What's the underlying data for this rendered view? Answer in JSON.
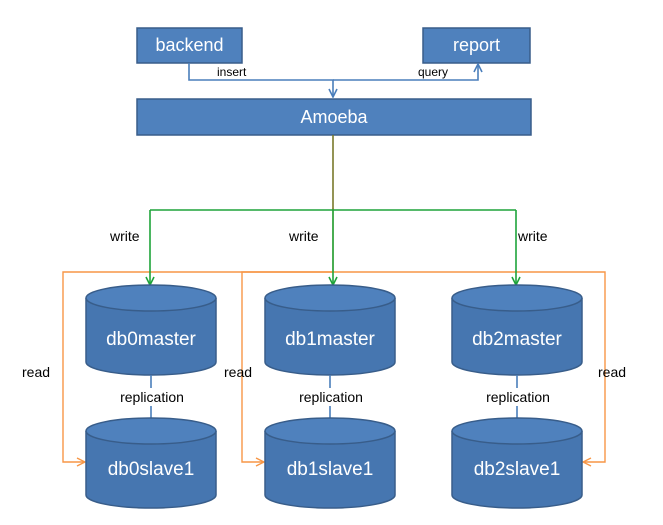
{
  "nodes": {
    "backend": "backend",
    "report": "report",
    "amoeba": "Amoeba",
    "db0master": "db0master",
    "db1master": "db1master",
    "db2master": "db2master",
    "db0slave1": "db0slave1",
    "db1slave1": "db1slave1",
    "db2slave1": "db2slave1"
  },
  "edges": {
    "insert": "insert",
    "query": "query",
    "write": "write",
    "read": "read",
    "replication": "replication"
  },
  "colors": {
    "box_fill": "#4f81bd",
    "box_stroke": "#385d8a",
    "db_top": "#4f81bd",
    "db_body": "#4676b0",
    "blue_line": "#4a7ebb",
    "write_line": "#1ea33a",
    "read_line": "#f79646",
    "split_line": "#7a7a2a"
  }
}
